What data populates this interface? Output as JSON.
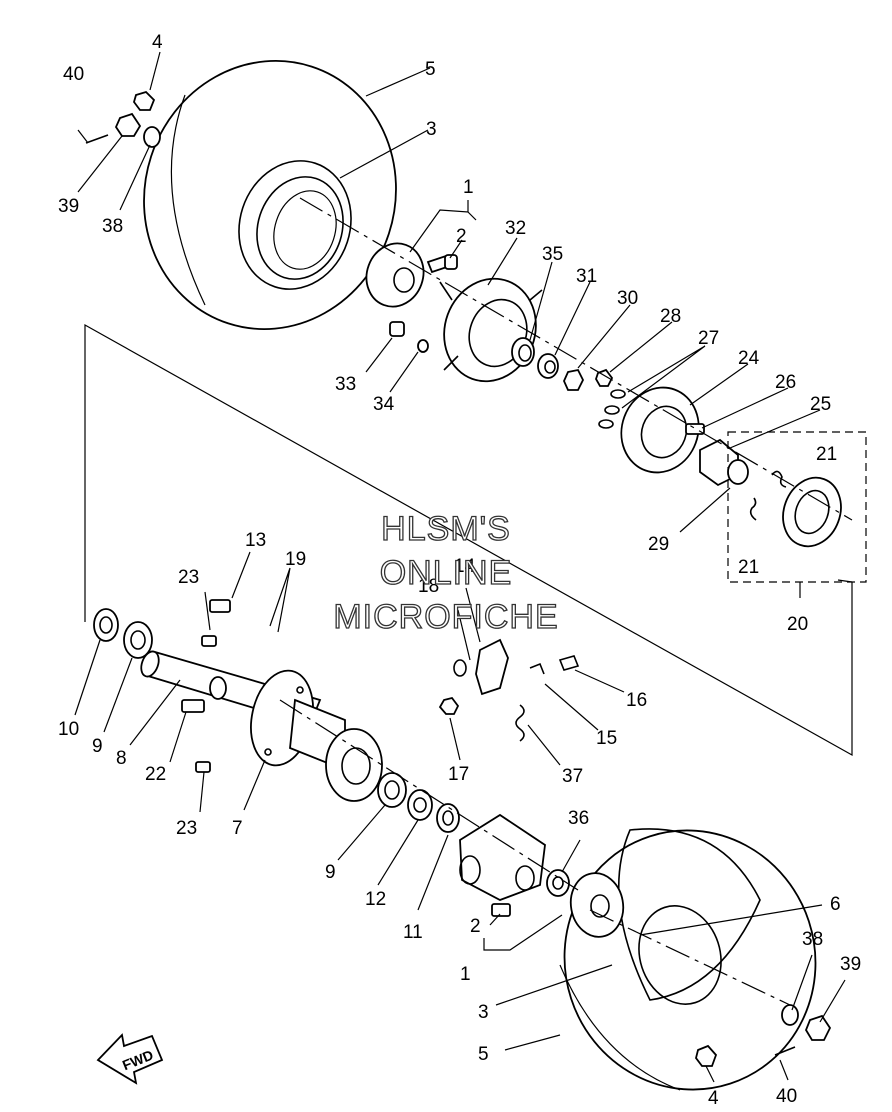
{
  "watermark": {
    "line1": "HLSM'S",
    "line2": "ONLINE",
    "line3": "MICROFICHE"
  },
  "direction_label": "FWD",
  "callouts": {
    "c1a": "1",
    "c1b": "1",
    "c2a": "2",
    "c2b": "2",
    "c3a": "3",
    "c3b": "3",
    "c4a": "4",
    "c4b": "4",
    "c5a": "5",
    "c5b": "5",
    "c6": "6",
    "c7": "7",
    "c8": "8",
    "c9a": "9",
    "c9b": "9",
    "c10": "10",
    "c11": "11",
    "c12": "12",
    "c13": "13",
    "c14": "14",
    "c15": "15",
    "c16": "16",
    "c17": "17",
    "c18": "18",
    "c19": "19",
    "c20": "20",
    "c21a": "21",
    "c21b": "21",
    "c22": "22",
    "c23a": "23",
    "c23b": "23",
    "c24": "24",
    "c25": "25",
    "c26": "26",
    "c27": "27",
    "c28": "28",
    "c29": "29",
    "c30": "30",
    "c31": "31",
    "c32": "32",
    "c33": "33",
    "c34": "34",
    "c35": "35",
    "c36": "36",
    "c37": "37",
    "c38a": "38",
    "c38b": "38",
    "c39a": "39",
    "c39b": "39",
    "c40a": "40",
    "c40b": "40"
  }
}
